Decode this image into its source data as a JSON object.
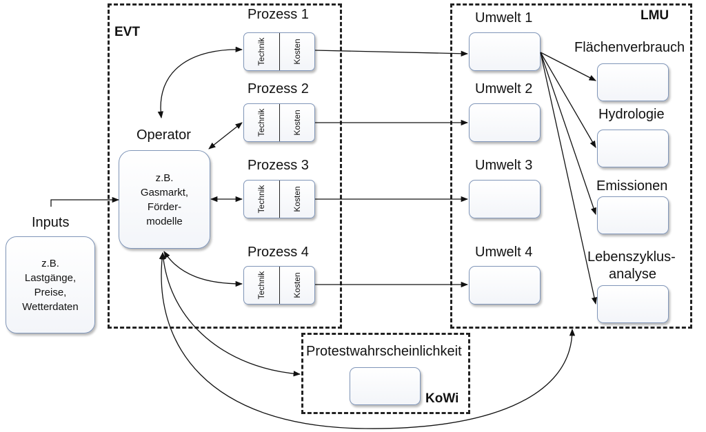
{
  "groups": {
    "evt": "EVT",
    "lmu": "LMU",
    "kowi": "KoWi"
  },
  "inputs": {
    "title": "Inputs",
    "lines": [
      "z.B.",
      "Lastgänge,",
      "Preise,",
      "Wetterdaten"
    ]
  },
  "operator": {
    "title": "Operator",
    "lines": [
      "z.B.",
      "Gasmarkt,",
      "Förder-",
      "modelle"
    ]
  },
  "processes": [
    {
      "title": "Prozess 1",
      "left": "Technik",
      "right": "Kosten"
    },
    {
      "title": "Prozess 2",
      "left": "Technik",
      "right": "Kosten"
    },
    {
      "title": "Prozess 3",
      "left": "Technik",
      "right": "Kosten"
    },
    {
      "title": "Prozess 4",
      "left": "Technik",
      "right": "Kosten"
    }
  ],
  "environments": [
    "Umwelt 1",
    "Umwelt 2",
    "Umwelt 3",
    "Umwelt 4"
  ],
  "impacts": {
    "flaeche": "Flächenverbrauch",
    "hydro": "Hydrologie",
    "emission": "Emissionen",
    "lca_1": "Lebenszyklus-",
    "lca_2": "analyse"
  },
  "protest": "Protestwahrscheinlichkeit",
  "colors": {
    "box_border": "#7f95b8",
    "dash": "#222222",
    "arrow": "#111111"
  }
}
